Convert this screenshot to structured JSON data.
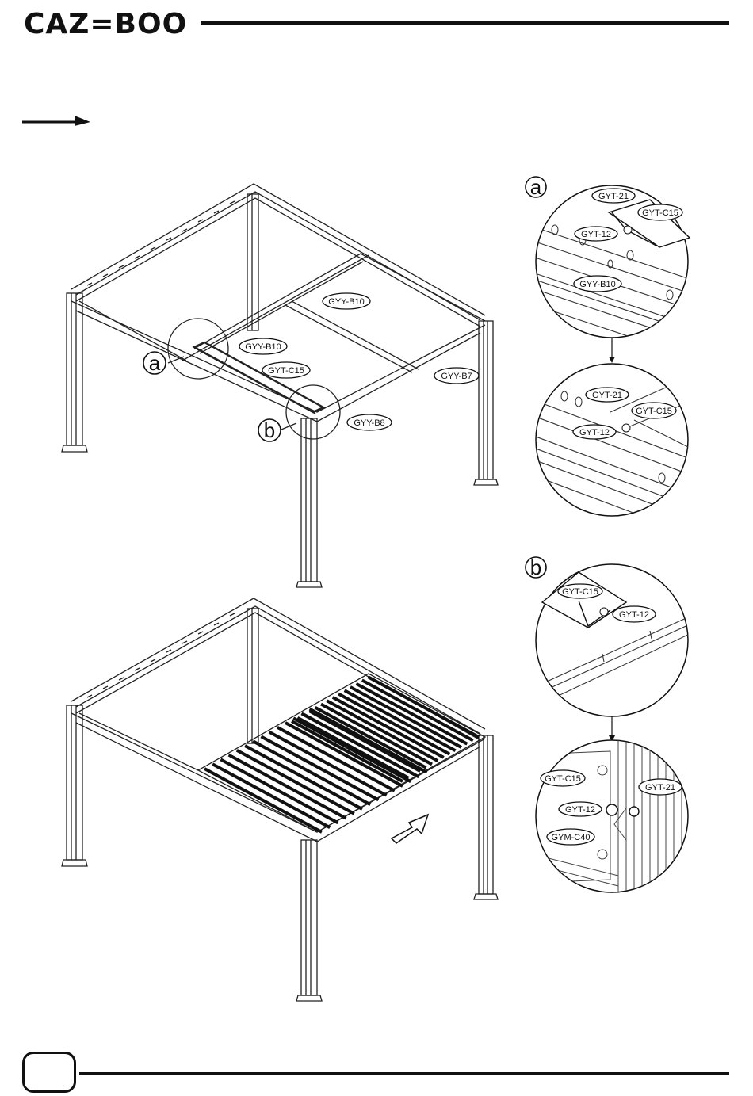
{
  "header": {
    "brand": "CAZ=BOO"
  },
  "callouts": {
    "a": "a",
    "b": "b"
  },
  "diagram_top": {
    "part_labels": [
      "GYY-B10",
      "GYY-B10",
      "GYT-C15",
      "GYY-B7",
      "GYY-B8"
    ]
  },
  "detail_a_upper": {
    "labels": [
      "GYT-21",
      "GYT-C15",
      "GYT-12",
      "GYY-B10"
    ]
  },
  "detail_a_lower": {
    "labels": [
      "GYT-21",
      "GYT-C15",
      "GYT-12"
    ]
  },
  "detail_b_upper": {
    "labels": [
      "GYT-C15",
      "GYT-12"
    ]
  },
  "detail_b_lower": {
    "labels": [
      "GYT-C15",
      "GYT-21",
      "GYT-12",
      "GYM-C40"
    ]
  },
  "footer": {
    "page_number": ""
  }
}
